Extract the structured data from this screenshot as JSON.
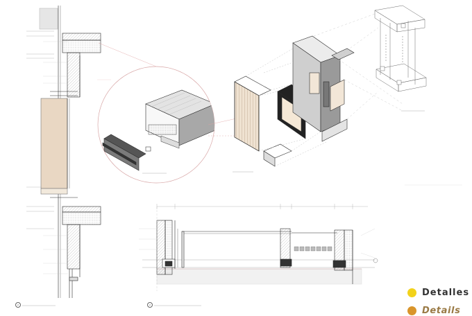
{
  "colors": {
    "line": "#2b2b2b",
    "thin": "#8a8a8a",
    "insulation": "#d9d9d9",
    "wood": "#e9d7c3",
    "callout_circle": "#d8a6a6",
    "dash": "#b0b0b0",
    "badge_yellow": "#f2d21b",
    "badge_orange": "#d9952b",
    "badge_text_2": "#9a7a45"
  },
  "badges": [
    {
      "label": "Detalles",
      "color": "#f2d21b"
    },
    {
      "label": "Details",
      "color": "#d9952b"
    }
  ],
  "captions": {
    "section_number": "2",
    "plan_number": "2"
  }
}
